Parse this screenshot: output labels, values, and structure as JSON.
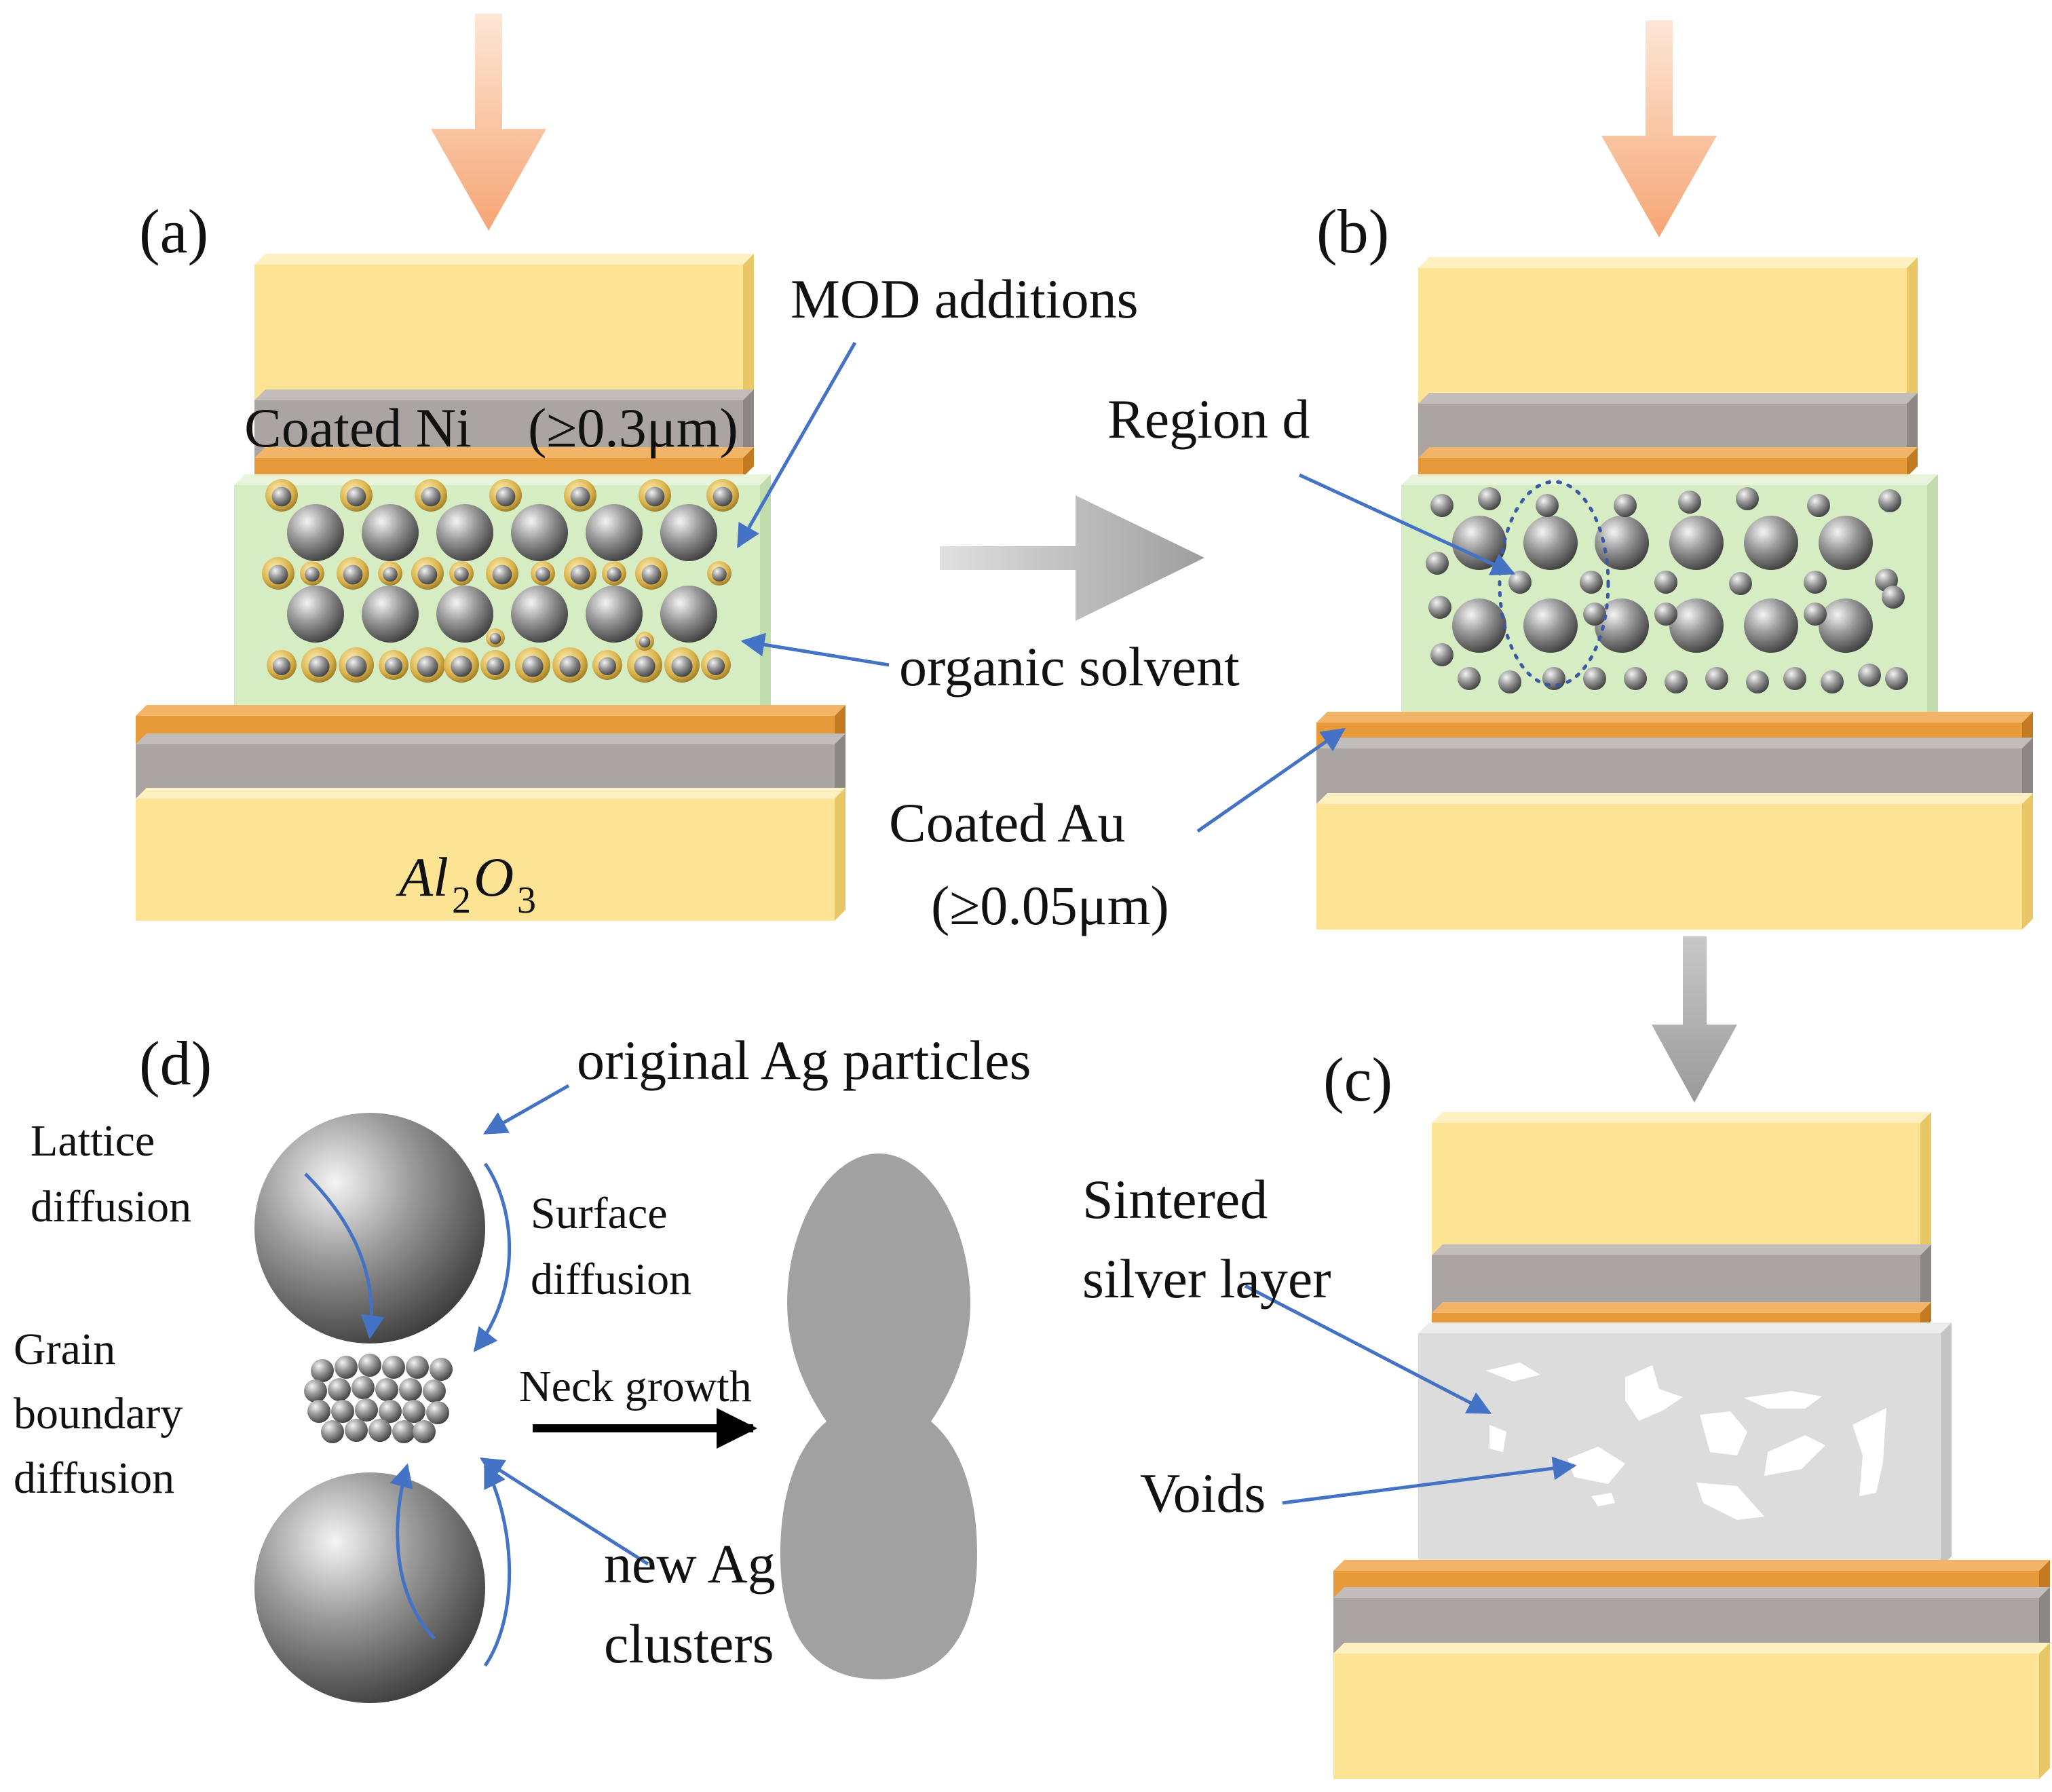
{
  "colors": {
    "gold": "#fde394",
    "gold_side": "#e9c766",
    "nickel": "#aaa4a2",
    "nickel_side": "#8c8684",
    "copper": "#e79a3a",
    "copper_side": "#c37a22",
    "solvent": "#d3ecbf",
    "sintered": "#dcdcdc",
    "arrow_pointer": "#4472c4",
    "press_arrow": "#f7b98e",
    "flow_arrow": "#b3b3b3",
    "silver": "#7a7a7a"
  },
  "panels": {
    "a": {
      "tag": "(a)",
      "ni_label": "Coated Ni",
      "ni_thickness": "(≥0.3μm)",
      "mod_label": "MOD additions",
      "substrate_main": "Al",
      "substrate_sub1": "2",
      "substrate_mid": "O",
      "substrate_sub2": "3"
    },
    "b": {
      "tag": "(b)",
      "region_label": "Region d",
      "au_label": "Coated Au",
      "au_thickness": "(≥0.05μm)"
    },
    "shared": {
      "solvent_label": "organic solvent"
    },
    "c": {
      "tag": "(c)",
      "sintered_label_1": "Sintered",
      "sintered_label_2": "silver layer",
      "voids_label": "Voids"
    },
    "d": {
      "tag": "(d)",
      "original_label": "original Ag particles",
      "lattice_1": "Lattice",
      "lattice_2": "diffusion",
      "surface_1": "Surface",
      "surface_2": "diffusion",
      "grain_1": "Grain",
      "grain_2": "boundary",
      "grain_3": "diffusion",
      "neck_label": "Neck growth",
      "clusters_1": "new Ag",
      "clusters_2": "clusters"
    }
  }
}
